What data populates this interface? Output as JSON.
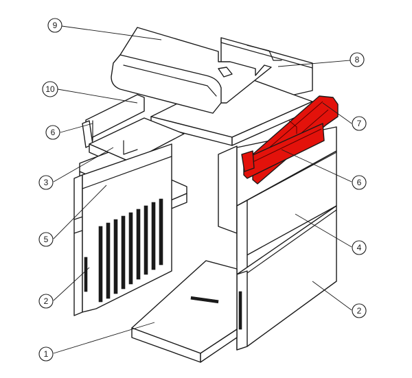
{
  "callouts": [
    {
      "id": "c9",
      "label": "9"
    },
    {
      "id": "c8",
      "label": "8"
    },
    {
      "id": "c10",
      "label": "10"
    },
    {
      "id": "c6a",
      "label": "6"
    },
    {
      "id": "c7",
      "label": "7"
    },
    {
      "id": "c3",
      "label": "3"
    },
    {
      "id": "c6b",
      "label": "6"
    },
    {
      "id": "c5",
      "label": "5"
    },
    {
      "id": "c4",
      "label": "4"
    },
    {
      "id": "c2a",
      "label": "2"
    },
    {
      "id": "c2b",
      "label": "2"
    },
    {
      "id": "c1",
      "label": "1"
    }
  ],
  "colors": {
    "highlight": "#e3120b",
    "line": "#1a1a1a",
    "background": "#ffffff"
  }
}
